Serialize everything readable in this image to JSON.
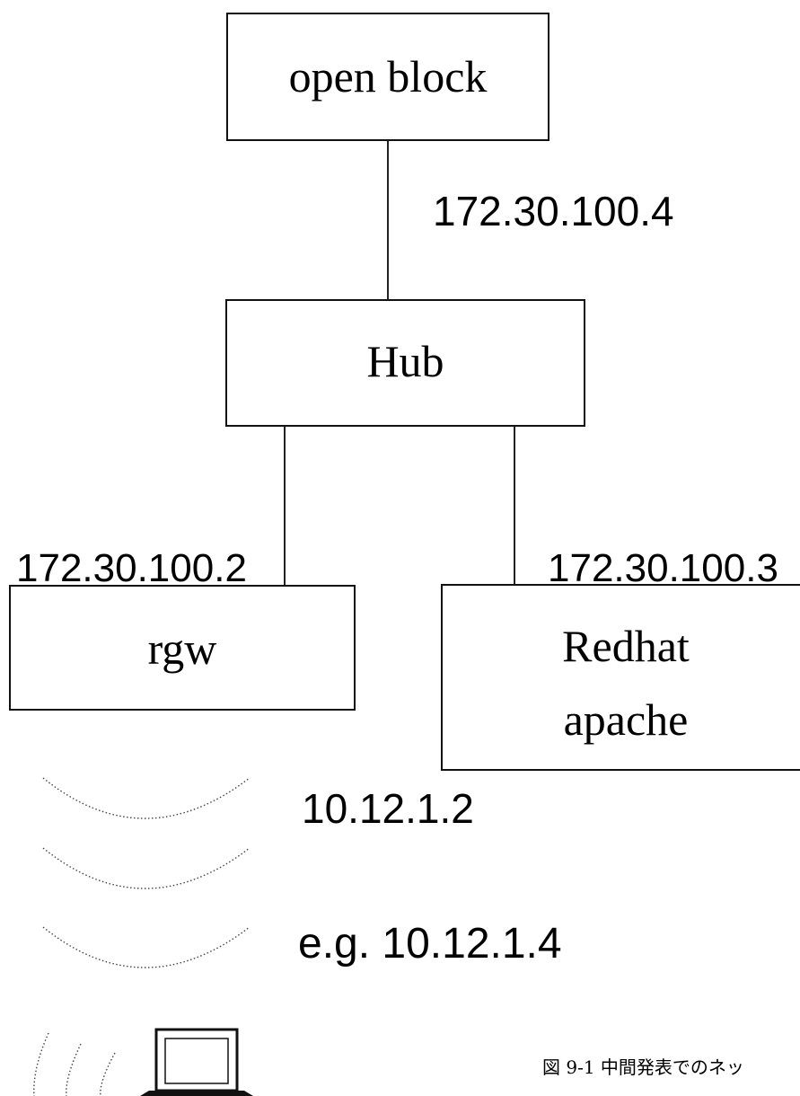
{
  "nodes": {
    "open_block": "open block",
    "hub": "Hub",
    "rgw": "rgw",
    "redhat_line1": "Redhat",
    "redhat_line2": "apache"
  },
  "addresses": {
    "open_block": "172.30.100.4",
    "rgw": "172.30.100.2",
    "redhat": "172.30.100.3",
    "rgw_wireless": "10.12.1.2",
    "client_example": "e.g. 10.12.1.4"
  },
  "caption": "図 9-1 中間発表でのネッ",
  "icons": {
    "client": "laptop-icon",
    "wireless": "wireless-signal-icon"
  }
}
